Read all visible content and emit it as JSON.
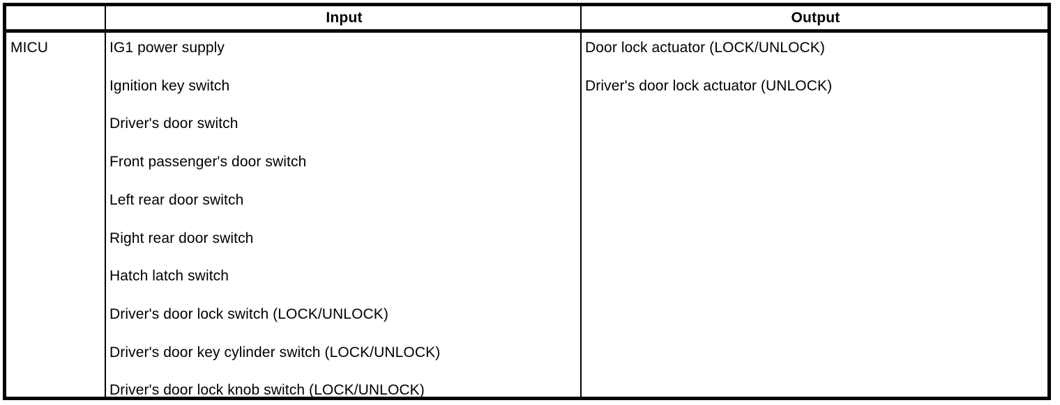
{
  "table": {
    "headers": {
      "module_column": "",
      "input_column": "Input",
      "output_column": "Output"
    },
    "rows": [
      {
        "module": "MICU",
        "inputs": [
          "IG1 power supply",
          "Ignition key switch",
          "Driver's door switch",
          "Front passenger's door switch",
          "Left rear door switch",
          "Right rear door switch",
          "Hatch latch switch",
          "Driver's door lock switch (LOCK/UNLOCK)",
          "Driver's door key cylinder switch (LOCK/UNLOCK)",
          "Driver's door lock knob switch (LOCK/UNLOCK)"
        ],
        "outputs": [
          "Door lock actuator (LOCK/UNLOCK)",
          "Driver's door lock actuator (UNLOCK)"
        ]
      }
    ]
  },
  "style": {
    "border_color": "#000000",
    "text_color": "#000000",
    "background_color": "#ffffff"
  }
}
